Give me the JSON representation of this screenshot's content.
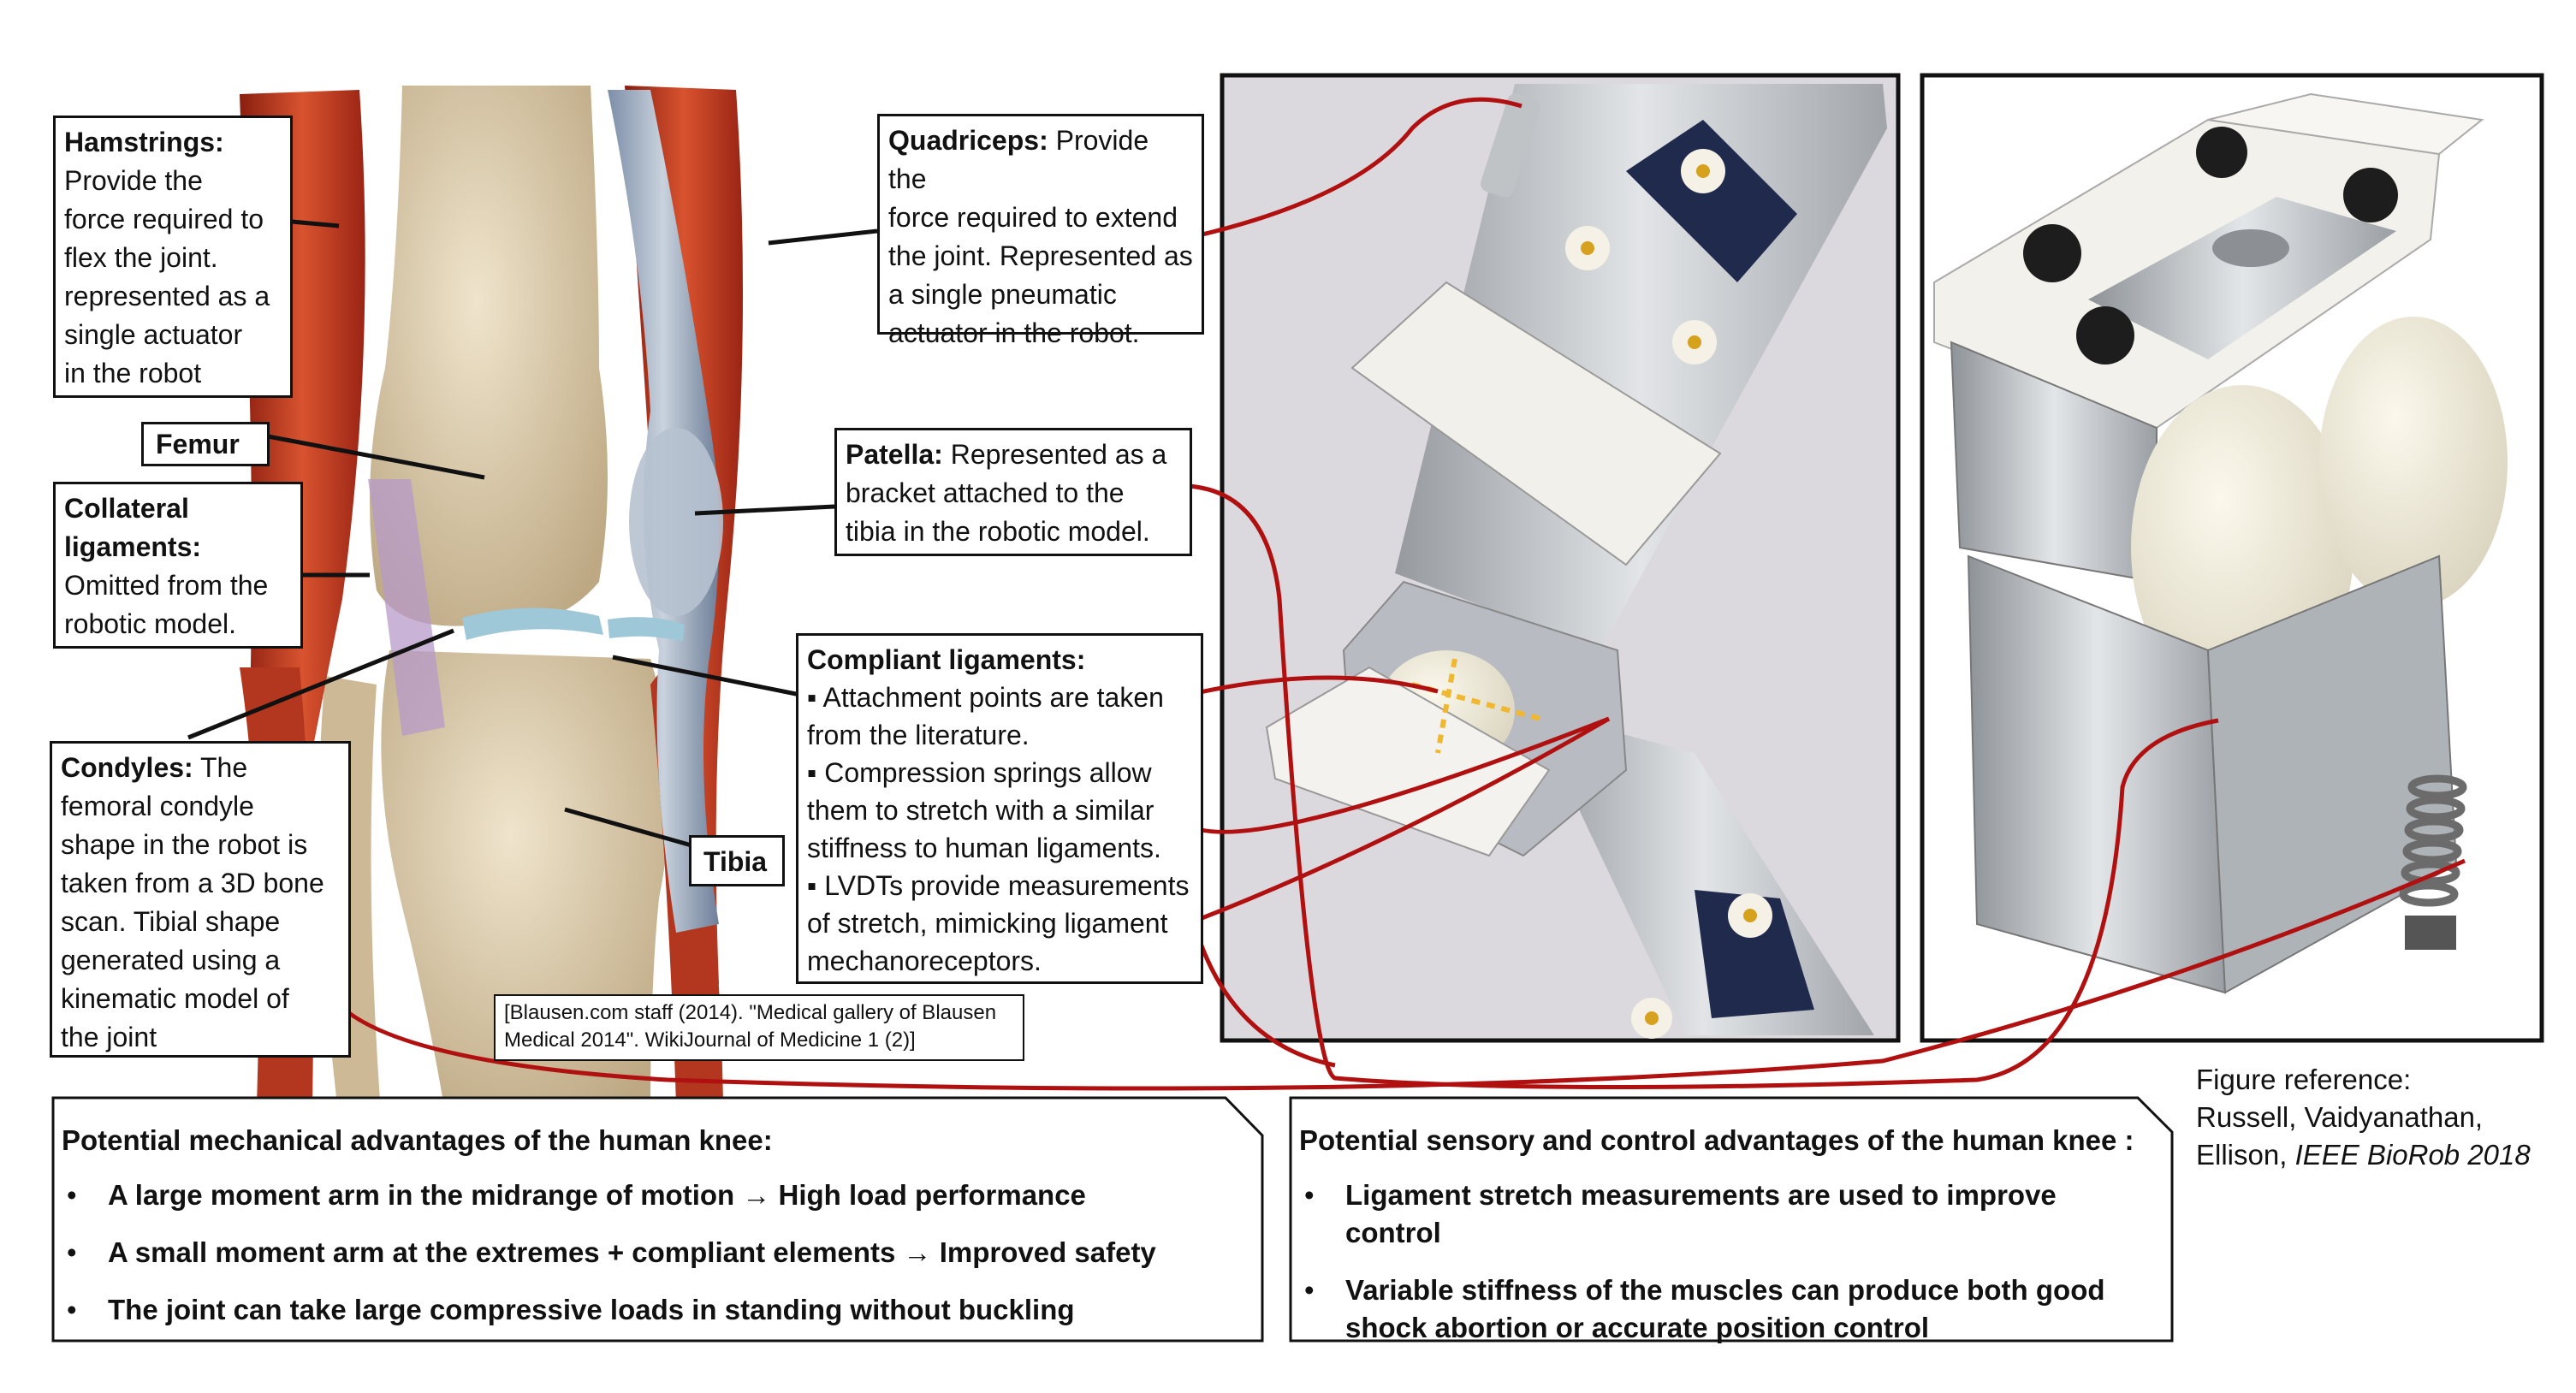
{
  "callouts": {
    "hamstrings": {
      "title": "Hamstrings:",
      "lines": [
        "Provide the",
        "force required to",
        "flex the joint.",
        "represented as a",
        "single actuator",
        "in the robot"
      ]
    },
    "femur": {
      "title": "Femur"
    },
    "collateral": {
      "title_lines": [
        "Collateral",
        "ligaments:"
      ],
      "lines": [
        "Omitted from the",
        "robotic model."
      ]
    },
    "condyles": {
      "title": "Condyles:",
      "first": " The",
      "lines": [
        "femoral condyle",
        "shape in the robot is",
        "taken from a 3D bone",
        "scan. Tibial shape",
        "generated using a",
        "kinematic model of",
        "the joint"
      ]
    },
    "tibia": {
      "title": "Tibia"
    },
    "quadriceps": {
      "title": "Quadriceps:",
      "first": " Provide the",
      "lines": [
        "force required to extend",
        "the joint. Represented as",
        "a single pneumatic",
        "actuator in the robot."
      ]
    },
    "patella": {
      "title": "Patella:",
      "first": " Represented as a",
      "lines": [
        "bracket attached to the",
        "tibia in the robotic model."
      ]
    },
    "compliant": {
      "title": "Compliant ligaments:",
      "lines": [
        "▪ Attachment points are taken",
        "from the literature.",
        "▪ Compression springs allow",
        "them to stretch with a similar",
        "stiffness to human ligaments.",
        "▪ LVDTs provide measurements",
        "of stretch, mimicking ligament",
        "mechanoreceptors."
      ]
    }
  },
  "citation": {
    "lines": [
      "[Blausen.com staff (2014). \"Medical gallery of Blausen",
      "Medical 2014\". WikiJournal of Medicine 1 (2)]"
    ]
  },
  "mechanical": {
    "title": "Potential mechanical advantages of the human knee:",
    "bullets": [
      "A large moment arm in the midrange of motion → High load performance",
      "A small moment arm at the extremes + compliant elements → Improved safety",
      "The joint can take large compressive loads in standing without buckling"
    ]
  },
  "sensory": {
    "title": "Potential sensory and control advantages of the human knee :",
    "bullets": [
      "Ligament stretch measurements are used to improve control",
      "Variable stiffness of the muscles can produce both good shock abortion or accurate position control"
    ]
  },
  "figure_ref": {
    "line1": "Figure reference:",
    "line2": "Russell,  Vaidyanathan,",
    "line3": "Ellison,",
    "journal": "IEEE BioRob 2018"
  },
  "colors": {
    "leader_red": "#b01010",
    "muscle": "#c8462a",
    "bone": "#d8c8a8",
    "metal": "#b8bcc0",
    "photo_bg": "#d9d6dc"
  }
}
